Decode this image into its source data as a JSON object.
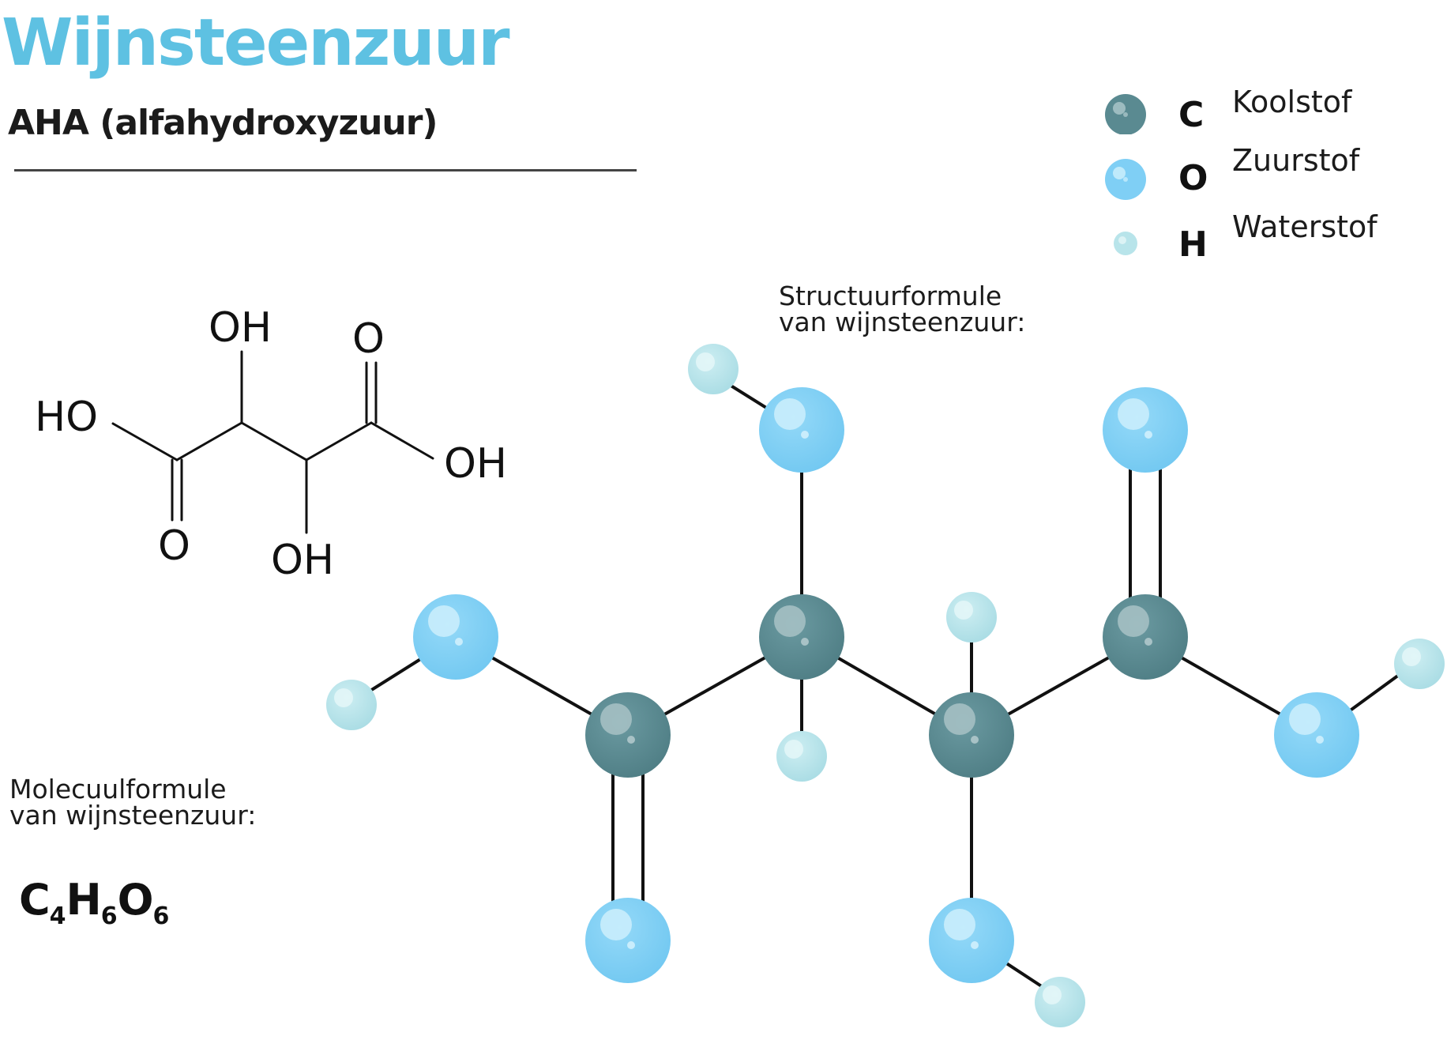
{
  "header": {
    "title": "Wijnsteenzuur",
    "subtitle": "AHA (alfahydroxyzuur)"
  },
  "legend": [
    {
      "symbol": "C",
      "name": "Koolstof",
      "color": "#5a8a91"
    },
    {
      "symbol": "O",
      "name": "Zuurstof",
      "color": "#7fcff5"
    },
    {
      "symbol": "H",
      "name": "Waterstof",
      "color": "#b8e4ea"
    }
  ],
  "skeletal": {
    "labels": [
      "OH",
      "O",
      "HO",
      "OH",
      "O",
      "OH"
    ]
  },
  "structure_caption": {
    "line1": "Structuurformule",
    "line2": "van wijnsteenzuur:"
  },
  "molecular_caption": {
    "line1": "Molecuulformule",
    "line2": "van wijnsteenzuur:"
  },
  "formula": {
    "parts": [
      {
        "el": "C",
        "n": "4"
      },
      {
        "el": "H",
        "n": "6"
      },
      {
        "el": "O",
        "n": "6"
      }
    ]
  },
  "colors": {
    "title": "#5ec1e2",
    "carbon": "#5a8a91",
    "oxygen": "#7fcff5",
    "hydrogen": "#b8e4ea",
    "bond": "#111111"
  }
}
